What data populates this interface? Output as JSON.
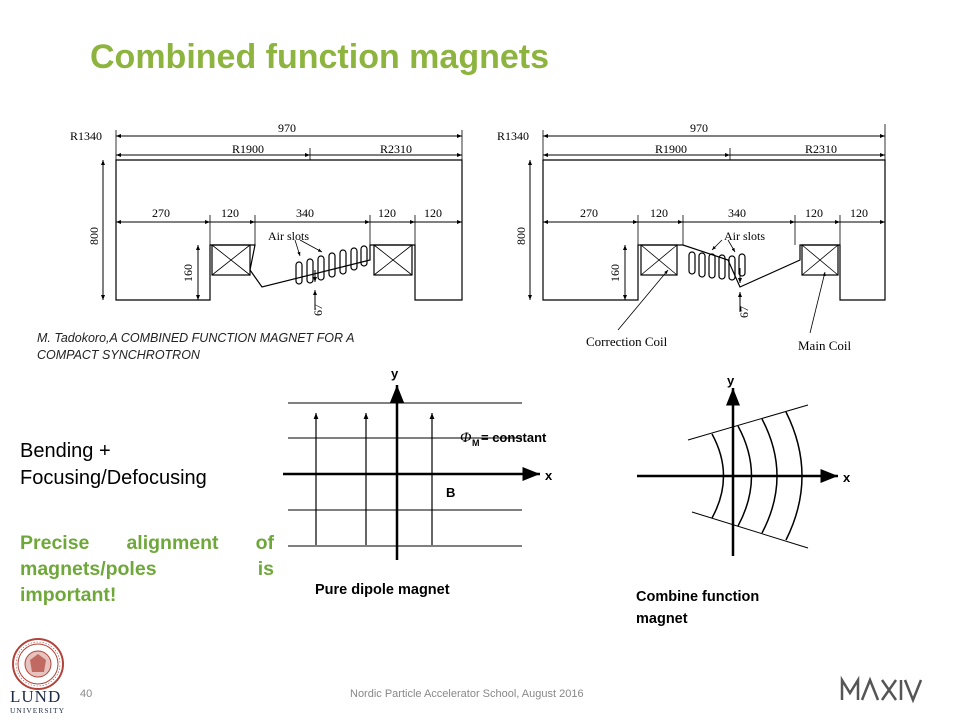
{
  "title": "Combined function magnets",
  "citation": {
    "line1": "M. Tadokoro,A COMBINED FUNCTION MAGNET FOR A",
    "line2": "COMPACT SYNCHROTRON"
  },
  "body": {
    "line1": "Bending +",
    "line2": "Focusing/Defocusing",
    "emphasis": "Precise alignment of magnets/poles is important!"
  },
  "drawing_left": {
    "r1340": "R1340",
    "width": "970",
    "r1900": "R1900",
    "r2310": "R2310",
    "height": "800",
    "d270": "270",
    "d120a": "120",
    "d340": "340",
    "d120b": "120",
    "d120c": "120",
    "air_slots": "Air slots",
    "h160": "160",
    "d67": "67"
  },
  "drawing_right": {
    "r1340": "R1340",
    "width": "970",
    "r1900": "R1900",
    "r2310": "R2310",
    "height": "800",
    "d270": "270",
    "d120a": "120",
    "d340": "340",
    "d120b": "120",
    "d120c": "120",
    "air_slots": "Air slots",
    "h160": "160",
    "d67": "67",
    "correction_coil": "Correction Coil",
    "main_coil": "Main Coil"
  },
  "dipole_diagram": {
    "y_label": "y",
    "x_label": "x",
    "phi": "Φ",
    "phi_sub": "M",
    "phi_rest": "= constant",
    "b_label": "B",
    "caption": "Pure dipole magnet"
  },
  "combined_diagram": {
    "y_label": "y",
    "x_label": "x",
    "caption_line1": "Combine function",
    "caption_line2": "magnet"
  },
  "footer": {
    "slide_number": "40",
    "text": "Nordic Particle Accelerator School, August 2016",
    "university_line1": "LUND",
    "university_line2": "UNIVERSITY",
    "maxiv_logo": "MAX IV"
  },
  "colors": {
    "title": "#8DB43E",
    "emphasis": "#6FA83A",
    "footer_text": "#888888",
    "logo_red": "#B0443A"
  },
  "icons": [
    "lund-seal-icon",
    "maxiv-logo"
  ]
}
